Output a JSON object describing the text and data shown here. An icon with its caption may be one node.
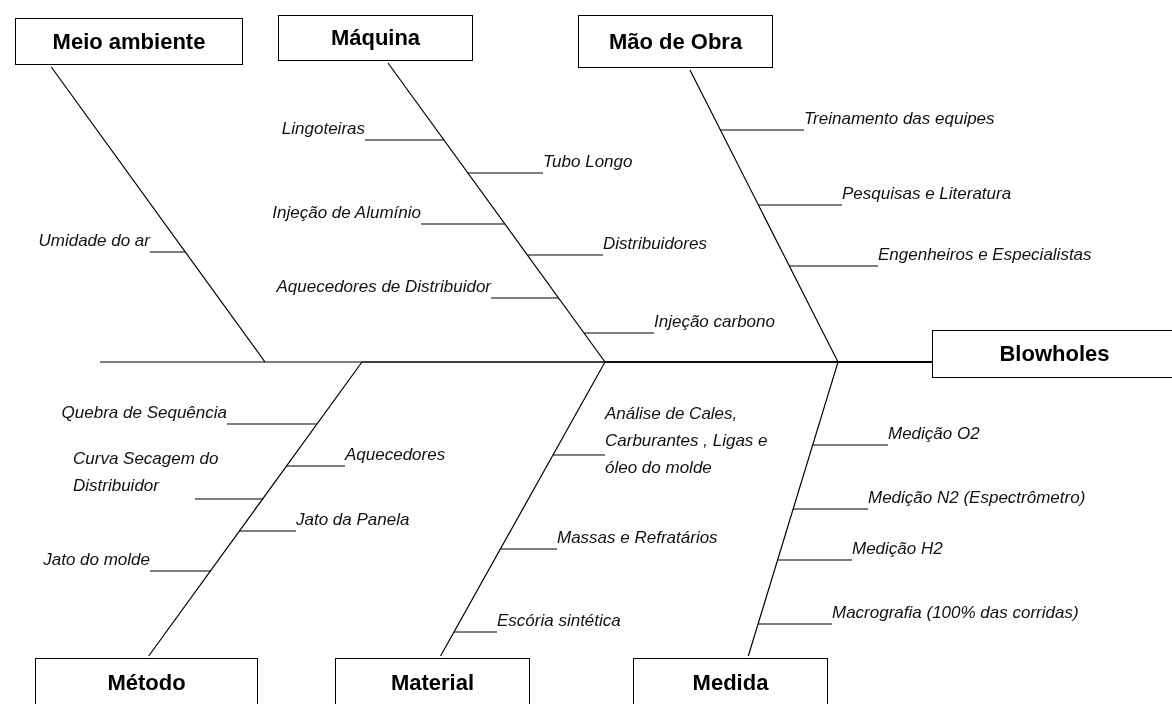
{
  "diagram": {
    "nodes": [
      {
        "text": [
          "Meio ambiente"
        ]
      },
      {
        "text": [
          "Máquina"
        ]
      },
      {
        "text": [
          "Mão de Obra"
        ]
      },
      {
        "text": [
          "Umidade do ar"
        ]
      },
      {
        "text": [
          "Lingoteiras"
        ]
      },
      {
        "text": [
          "Tubo Longo"
        ]
      },
      {
        "text": [
          "Injeção de Alumínio"
        ]
      },
      {
        "text": [
          "Distribuidores"
        ]
      },
      {
        "text": [
          "Aquecedores de Distribuidor"
        ]
      },
      {
        "text": [
          "Injeção carbono"
        ]
      },
      {
        "text": [
          "Treinamento das equipes"
        ]
      },
      {
        "text": [
          "Pesquisas e Literatura"
        ]
      },
      {
        "text": [
          "Engenheiros e Especialistas"
        ]
      },
      {
        "text": [
          "Blowholes"
        ]
      },
      {
        "text": [
          "Quebra de Sequência"
        ]
      },
      {
        "text": [
          "Curva Secagem do Distribuidor"
        ]
      },
      {
        "text": [
          "Aquecedores"
        ]
      },
      {
        "text": [
          "Jato da Panela"
        ]
      },
      {
        "text": [
          "Jato do molde"
        ]
      },
      {
        "text": [
          "Análise de Cales, Carburantes , Ligas e óleo do molde"
        ]
      },
      {
        "text": [
          "Massas e Refratários"
        ]
      },
      {
        "text": [
          "Escória sintética"
        ]
      },
      {
        "text": [
          "Medição O2"
        ]
      },
      {
        "text": [
          "Medição N2 (Espectrômetro)"
        ]
      },
      {
        "text": [
          "Medição H2"
        ]
      },
      {
        "text": [
          "Macrografia (100% das corridas)"
        ]
      },
      {
        "text": [
          "Método"
        ]
      },
      {
        "text": [
          "Material"
        ]
      },
      {
        "text": [
          "Medida"
        ]
      }
    ],
    "edges": [
      {
        "from": 0,
        "to": 13,
        "arrow": "none"
      },
      {
        "from": 1,
        "to": 13,
        "arrow": "none"
      },
      {
        "from": 2,
        "to": 13,
        "arrow": "none"
      },
      {
        "from": 26,
        "to": 13,
        "arrow": "none"
      },
      {
        "from": 27,
        "to": 13,
        "arrow": "none"
      },
      {
        "from": 28,
        "to": 13,
        "arrow": "none"
      },
      {
        "from": 3,
        "to": null,
        "arrow": "none"
      },
      {
        "from": 4,
        "to": null,
        "arrow": "none"
      },
      {
        "from": 5,
        "to": null,
        "arrow": "none"
      },
      {
        "from": 6,
        "to": null,
        "arrow": "none"
      },
      {
        "from": 7,
        "to": null,
        "arrow": "none"
      },
      {
        "from": 8,
        "to": null,
        "arrow": "none"
      },
      {
        "from": 9,
        "to": null,
        "arrow": "none"
      },
      {
        "from": 10,
        "to": null,
        "arrow": "none"
      },
      {
        "from": 11,
        "to": null,
        "arrow": "none"
      },
      {
        "from": 12,
        "to": null,
        "arrow": "none"
      },
      {
        "from": 14,
        "to": null,
        "arrow": "none"
      },
      {
        "from": 15,
        "to": null,
        "arrow": "none"
      },
      {
        "from": 16,
        "to": null,
        "arrow": "none"
      },
      {
        "from": 17,
        "to": null,
        "arrow": "none"
      },
      {
        "from": 18,
        "to": null,
        "arrow": "none"
      },
      {
        "from": 19,
        "to": null,
        "arrow": "none"
      },
      {
        "from": 20,
        "to": null,
        "arrow": "none"
      },
      {
        "from": 21,
        "to": null,
        "arrow": "none"
      },
      {
        "from": 22,
        "to": null,
        "arrow": "none"
      },
      {
        "from": 23,
        "to": null,
        "arrow": "none"
      },
      {
        "from": 24,
        "to": null,
        "arrow": "none"
      },
      {
        "from": 25,
        "to": null,
        "arrow": "none"
      }
    ]
  }
}
